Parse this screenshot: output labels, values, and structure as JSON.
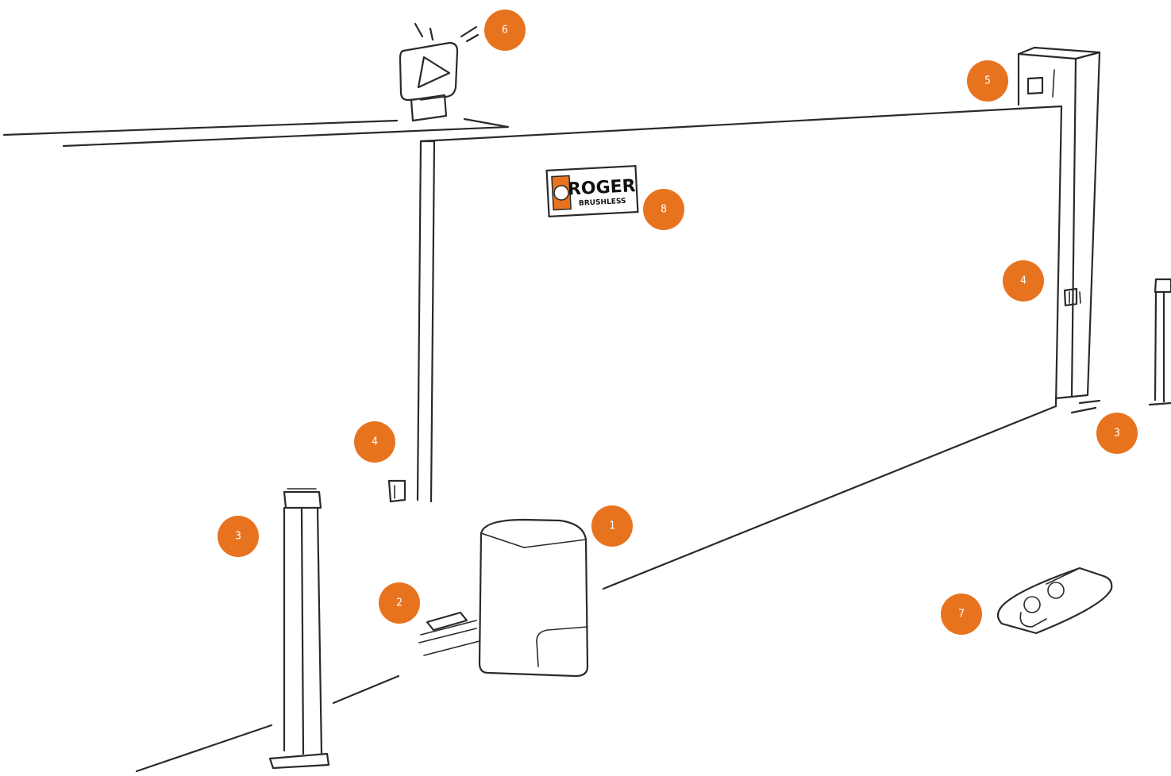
{
  "colors": {
    "accent": "#e8731f",
    "line": "#2a2a2a",
    "background": "#ffffff"
  },
  "logo": {
    "brand": "ROGER",
    "sub": "BRUSHLESS"
  },
  "markers": [
    {
      "id": "motor",
      "label": "1"
    },
    {
      "id": "rack",
      "label": "2"
    },
    {
      "id": "column-left",
      "label": "3"
    },
    {
      "id": "column-right",
      "label": "3"
    },
    {
      "id": "photocell-left",
      "label": "4"
    },
    {
      "id": "photocell-right",
      "label": "4"
    },
    {
      "id": "keypad",
      "label": "5"
    },
    {
      "id": "flashing-light",
      "label": "6"
    },
    {
      "id": "remote-control",
      "label": "7"
    },
    {
      "id": "logo-plate",
      "label": "8"
    }
  ]
}
